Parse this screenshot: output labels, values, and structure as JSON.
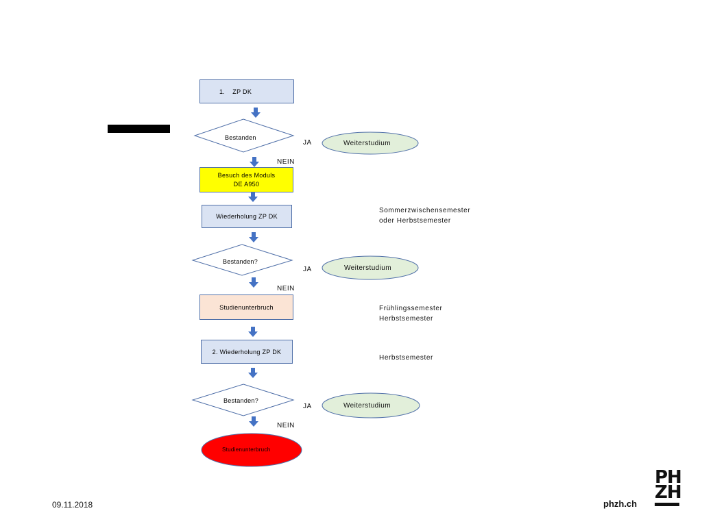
{
  "flowchart": {
    "step1": "1.    ZP DK",
    "decision1": "Bestanden",
    "yes1": "JA",
    "outcome1": "Weiterstudium",
    "no1": "NEIN",
    "module_line1": "Besuch des Moduls",
    "module_line2": "DE A950",
    "repeat1": "Wiederholung ZP DK",
    "note1_line1": "Sommerzwischensemester",
    "note1_line2": "oder Herbstsemester",
    "decision2": "Bestanden?",
    "yes2": "JA",
    "outcome2": "Weiterstudium",
    "no2": "NEIN",
    "break1": "Studienunterbruch",
    "note2_line1": "Frühlingssemester",
    "note2_line2": "Herbstsemester",
    "repeat2": "2. Wiederholung ZP DK",
    "note3": "Herbstsemester",
    "decision3": "Bestanden?",
    "yes3": "JA",
    "outcome3": "Weiterstudium",
    "no3": "NEIN",
    "final": "Studienunterbruch"
  },
  "footer": {
    "date": "09.11.2018",
    "site": "phzh.ch",
    "logo_top": "PH",
    "logo_bottom": "ZH"
  },
  "colors": {
    "box_fill": "#dae3f3",
    "box_border": "#4f6fa8",
    "module_fill": "#ffff00",
    "break_fill": "#fbe4d5",
    "oval_fill": "#e2efda",
    "final_fill": "#ff0000",
    "arrow": "#4472c4"
  }
}
